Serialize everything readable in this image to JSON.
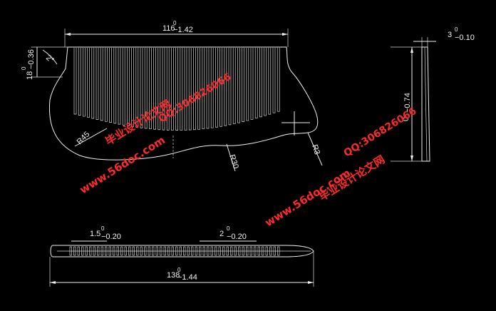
{
  "drawing": {
    "background": "#000000",
    "line_color": "#f0f0f0",
    "watermark_color": "#ff2a2a",
    "dimensions": {
      "top_width_base": "116",
      "top_width_sup": "0",
      "top_width_sub": "−1.42",
      "height_left_base": "18",
      "height_left_sup": "0",
      "height_left_sub": "−0.36",
      "angle": "2°",
      "thickness_base": "3",
      "thickness_sup": "0",
      "thickness_sub": "−0.10",
      "side_height_base": "0",
      "side_height_sub": "−0.74",
      "radius_r45": "R45",
      "radius_r30": "R30",
      "radius_r3": "R3",
      "pitch1_base": "1.5",
      "pitch1_sup": "0",
      "pitch1_sub": "−0.20",
      "pitch2_base": "2",
      "pitch2_sup": "0",
      "pitch2_sub": "−0.20",
      "bottom_width_base": "138",
      "bottom_width_sup": "0",
      "bottom_width_sub": "−1.44"
    },
    "watermarks": {
      "site_1": "www.56doc.com",
      "qq_1": "QQ:306826066",
      "brand_1": "毕业设计论文网",
      "site_2": "www.56doc.com",
      "qq_2": "QQ:306826066",
      "brand_2": "毕业设计论文网"
    }
  }
}
